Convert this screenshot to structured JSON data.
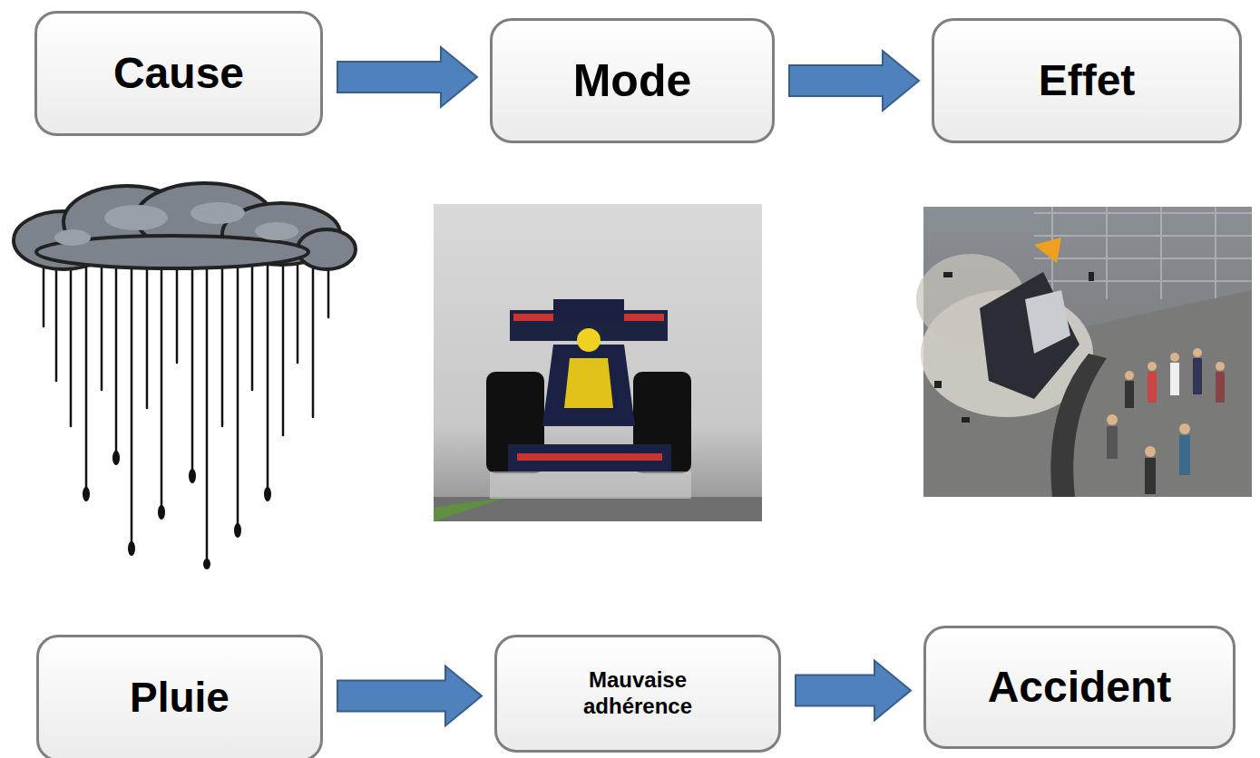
{
  "diagram": {
    "nodes": [
      {
        "text": [
          "Cause"
        ]
      },
      {
        "text": [
          "Mode"
        ]
      },
      {
        "text": [
          "Effet"
        ]
      },
      {
        "text": [
          "Pluie"
        ]
      },
      {
        "text": [
          "Mauvaise adhérence"
        ]
      },
      {
        "text": [
          "Accident"
        ]
      }
    ],
    "edges": [
      {
        "from": 0,
        "to": 1,
        "arrow": "to"
      },
      {
        "from": 1,
        "to": 2,
        "arrow": "to"
      },
      {
        "from": 3,
        "to": 4,
        "arrow": "to"
      },
      {
        "from": 4,
        "to": 5,
        "arrow": "to"
      }
    ]
  }
}
